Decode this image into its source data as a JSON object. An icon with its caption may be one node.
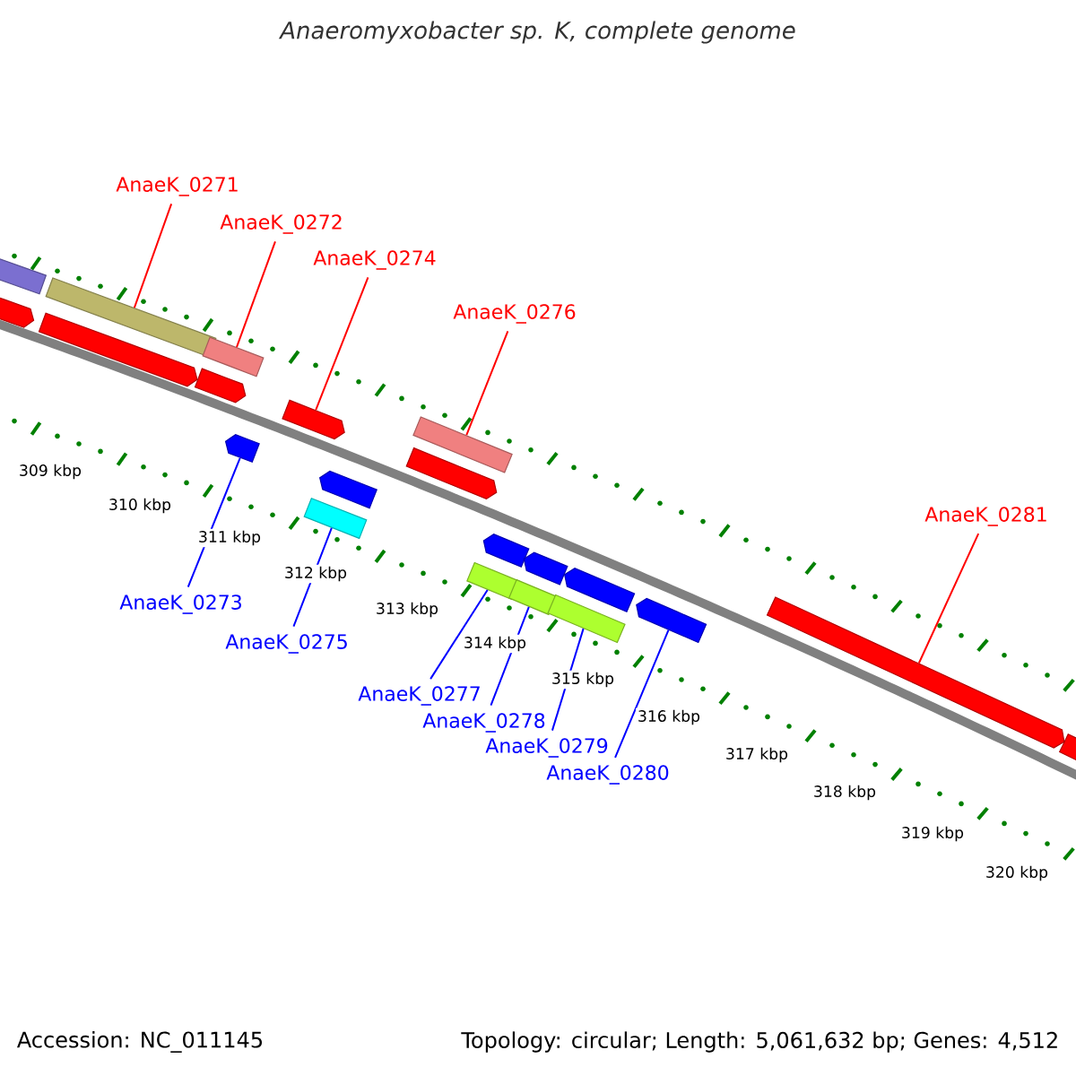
{
  "diagram": {
    "title": "Anaeromyxobacter sp. K, complete genome",
    "nodes": [
      {
        "text": [
          "AnaeK_0271"
        ]
      },
      {
        "text": [
          "AnaeK_0272"
        ]
      },
      {
        "text": [
          "AnaeK_0274"
        ]
      },
      {
        "text": [
          "AnaeK_0276"
        ]
      },
      {
        "text": [
          "AnaeK_0281"
        ]
      },
      {
        "text": [
          "AnaeK_0273"
        ]
      },
      {
        "text": [
          "AnaeK_0275"
        ]
      },
      {
        "text": [
          "AnaeK_0277"
        ]
      },
      {
        "text": [
          "AnaeK_0278"
        ]
      },
      {
        "text": [
          "AnaeK_0279"
        ]
      },
      {
        "text": [
          "AnaeK_0280"
        ]
      },
      {
        "text": [],
        "shape": "bar"
      },
      {
        "text": [],
        "shape": "pentagon"
      },
      {
        "text": [],
        "shape": "bar"
      },
      {
        "text": [],
        "shape": "pentagon"
      },
      {
        "text": [],
        "shape": "bar"
      },
      {
        "text": [],
        "shape": "pentagon"
      },
      {
        "text": [],
        "shape": "pentagon"
      },
      {
        "text": [],
        "shape": "pentagon"
      },
      {
        "text": [],
        "shape": "pentagon"
      },
      {
        "text": [],
        "shape": "bar"
      },
      {
        "text": [],
        "shape": "bar"
      },
      {
        "text": [],
        "shape": "pentagon"
      },
      {
        "text": [],
        "shape": "bar"
      },
      {
        "text": [],
        "shape": "pentagon"
      },
      {
        "text": [],
        "shape": "bar"
      },
      {
        "text": [],
        "shape": "pentagon"
      },
      {
        "text": [],
        "shape": "pentagon"
      },
      {
        "text": [],
        "shape": "bar"
      },
      {
        "text": [],
        "shape": "pentagon"
      },
      {
        "text": [],
        "shape": "pentagon"
      },
      {
        "text": [],
        "shape": "pentagon"
      }
    ],
    "edges": [
      {
        "from": 0,
        "to": 13,
        "arrow": "none",
        "color": "#ff0000"
      },
      {
        "from": 1,
        "to": 15,
        "arrow": "none",
        "color": "#ff0000"
      },
      {
        "from": 2,
        "to": 18,
        "arrow": "none",
        "color": "#ff0000"
      },
      {
        "from": 3,
        "to": 21,
        "arrow": "none",
        "color": "#ff0000"
      },
      {
        "from": 4,
        "to": 30,
        "arrow": "none",
        "color": "#ff0000"
      },
      {
        "from": 5,
        "to": 17,
        "arrow": "none"
      },
      {
        "from": 6,
        "to": 20,
        "arrow": "none"
      },
      {
        "from": 7,
        "to": 23,
        "arrow": "none"
      },
      {
        "from": 8,
        "to": 25,
        "arrow": "none"
      },
      {
        "from": 9,
        "to": 28,
        "arrow": "none"
      },
      {
        "from": 10,
        "to": 29,
        "arrow": "none"
      }
    ],
    "labels": [
      "309 kbp",
      "310 kbp",
      "311 kbp",
      "312 kbp",
      "313 kbp",
      "314 kbp",
      "315 kbp",
      "316 kbp",
      "317 kbp",
      "318 kbp",
      "319 kbp",
      "320 kbp",
      "Accession: NC_011145",
      "Topology: circular; Length: 5,061,632 bp; Genes: 4,512"
    ]
  }
}
